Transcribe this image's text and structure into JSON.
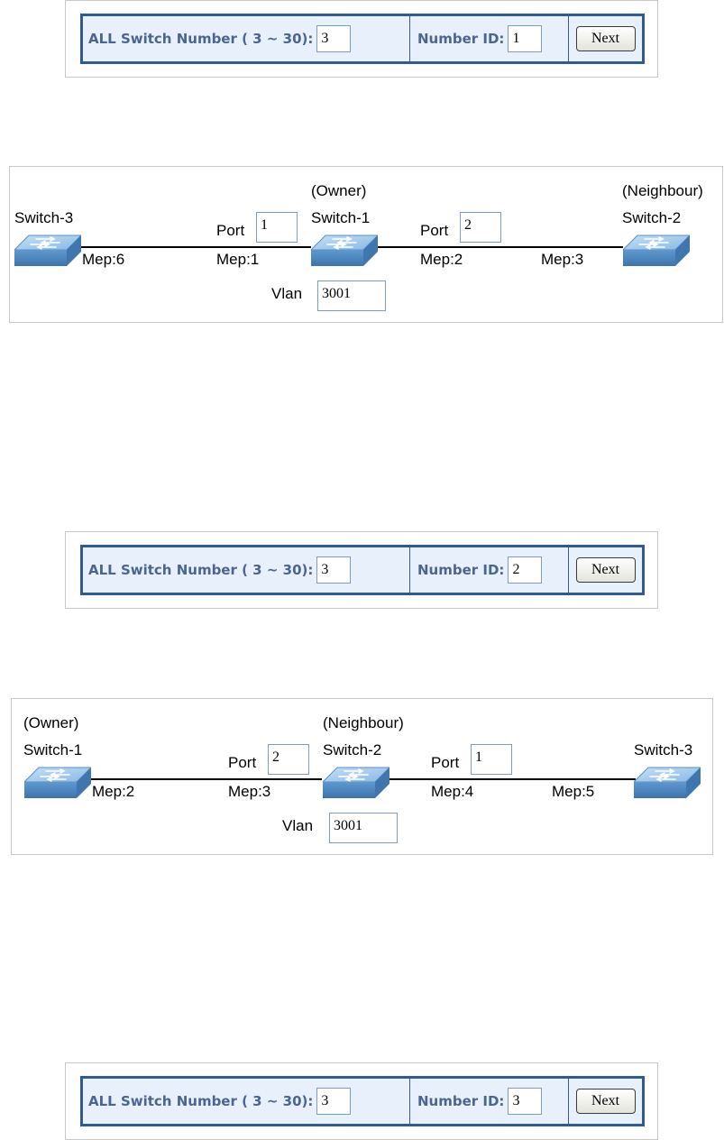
{
  "forms": [
    {
      "switch_label": "ALL Switch Number ( 3 ~ 30):",
      "switch_value": "3",
      "id_label": "Number ID:",
      "id_value": "1",
      "next_label": "Next"
    },
    {
      "switch_label": "ALL Switch Number ( 3 ~ 30):",
      "switch_value": "3",
      "id_label": "Number ID:",
      "id_value": "2",
      "next_label": "Next"
    },
    {
      "switch_label": "ALL Switch Number ( 3 ~ 30):",
      "switch_value": "3",
      "id_label": "Number ID:",
      "id_value": "3",
      "next_label": "Next"
    }
  ],
  "topologies": [
    {
      "left": {
        "role": "",
        "name": "Switch-3",
        "mep": "Mep:6"
      },
      "center": {
        "role": "(Owner)",
        "name": "Switch-1",
        "mep_left": "Mep:1",
        "mep_right": "Mep:2"
      },
      "right": {
        "role": "(Neighbour)",
        "name": "Switch-2",
        "mep": "Mep:3"
      },
      "port_label": "Port",
      "left_port_value": "1",
      "right_port_value": "2",
      "vlan_label": "Vlan",
      "vlan_value": "3001"
    },
    {
      "left": {
        "role": "(Owner)",
        "name": "Switch-1",
        "mep": "Mep:2"
      },
      "center": {
        "role": "(Neighbour)",
        "name": "Switch-2",
        "mep_left": "Mep:3",
        "mep_right": "Mep:4"
      },
      "right": {
        "role": "",
        "name": "Switch-3",
        "mep": "Mep:5"
      },
      "port_label": "Port",
      "left_port_value": "2",
      "right_port_value": "1",
      "vlan_label": "Vlan",
      "vlan_value": "3001"
    }
  ],
  "colors": {
    "frame": "#2f5a92",
    "bar_bg": "#e8f0fb",
    "label": "#4a6690",
    "switch_top": "#a7cdee",
    "switch_side": "#4f88c2"
  }
}
